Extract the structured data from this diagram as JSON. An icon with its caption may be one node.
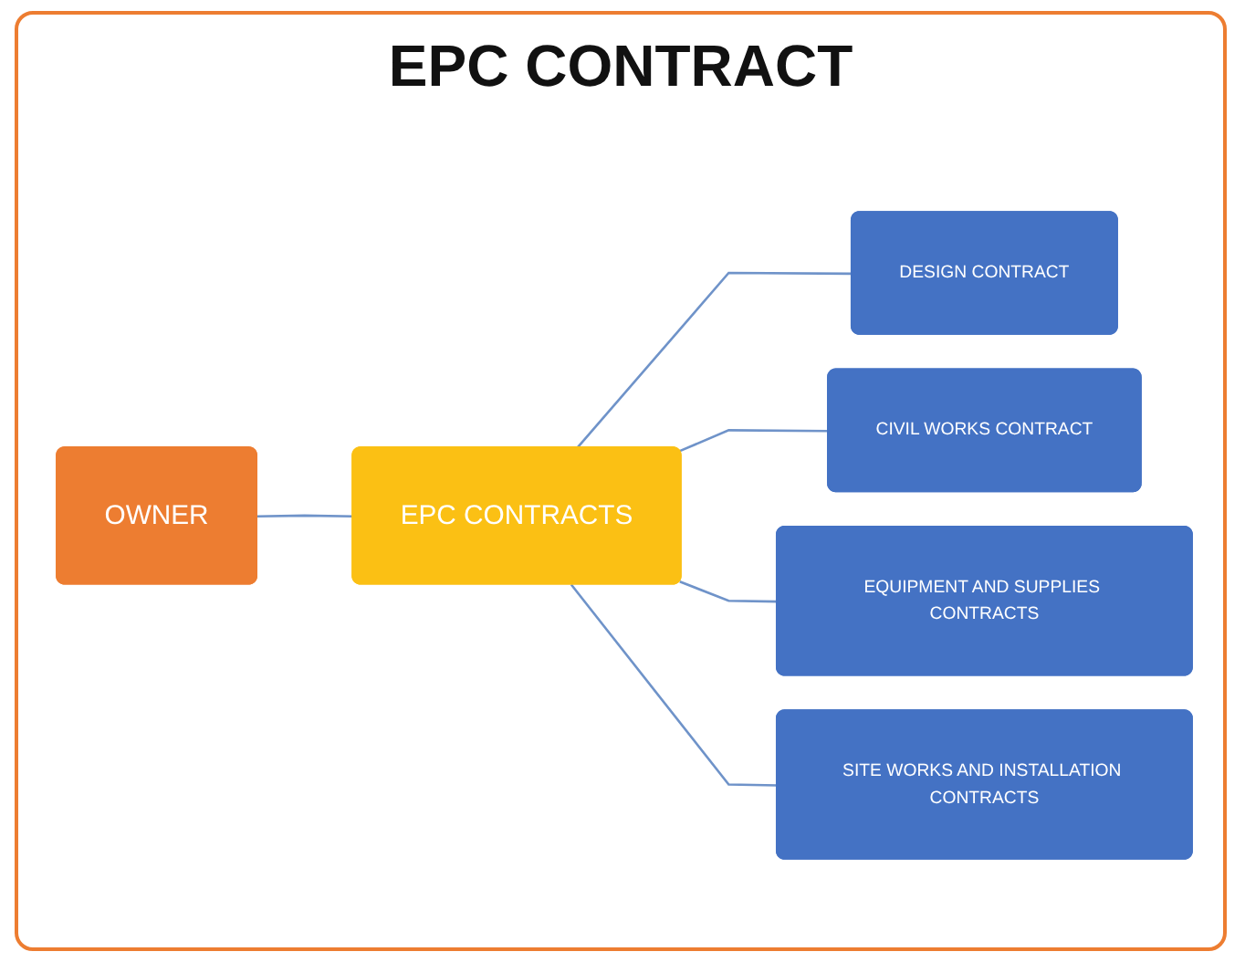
{
  "diagram": {
    "title": "EPC CONTRACT",
    "nodes": [
      {
        "text": [
          "OWNER"
        ]
      },
      {
        "text": [
          "EPC CONTRACTS"
        ]
      },
      {
        "text": [
          "DESIGN CONTRACT"
        ]
      },
      {
        "text": [
          "CIVIL WORKS CONTRACT"
        ]
      },
      {
        "text": [
          "EQUIPMENT AND SUPPLIES CONTRACTS"
        ]
      },
      {
        "text": [
          "SITE WORKS AND INSTALLATION CONTRACTS"
        ]
      }
    ],
    "edges": [
      {
        "from": 0,
        "to": 1,
        "arrow": "none"
      },
      {
        "from": 1,
        "to": 2,
        "arrow": "none"
      },
      {
        "from": 1,
        "to": 3,
        "arrow": "none"
      },
      {
        "from": 1,
        "to": 4,
        "arrow": "none"
      },
      {
        "from": 1,
        "to": 5,
        "arrow": "none"
      }
    ]
  }
}
